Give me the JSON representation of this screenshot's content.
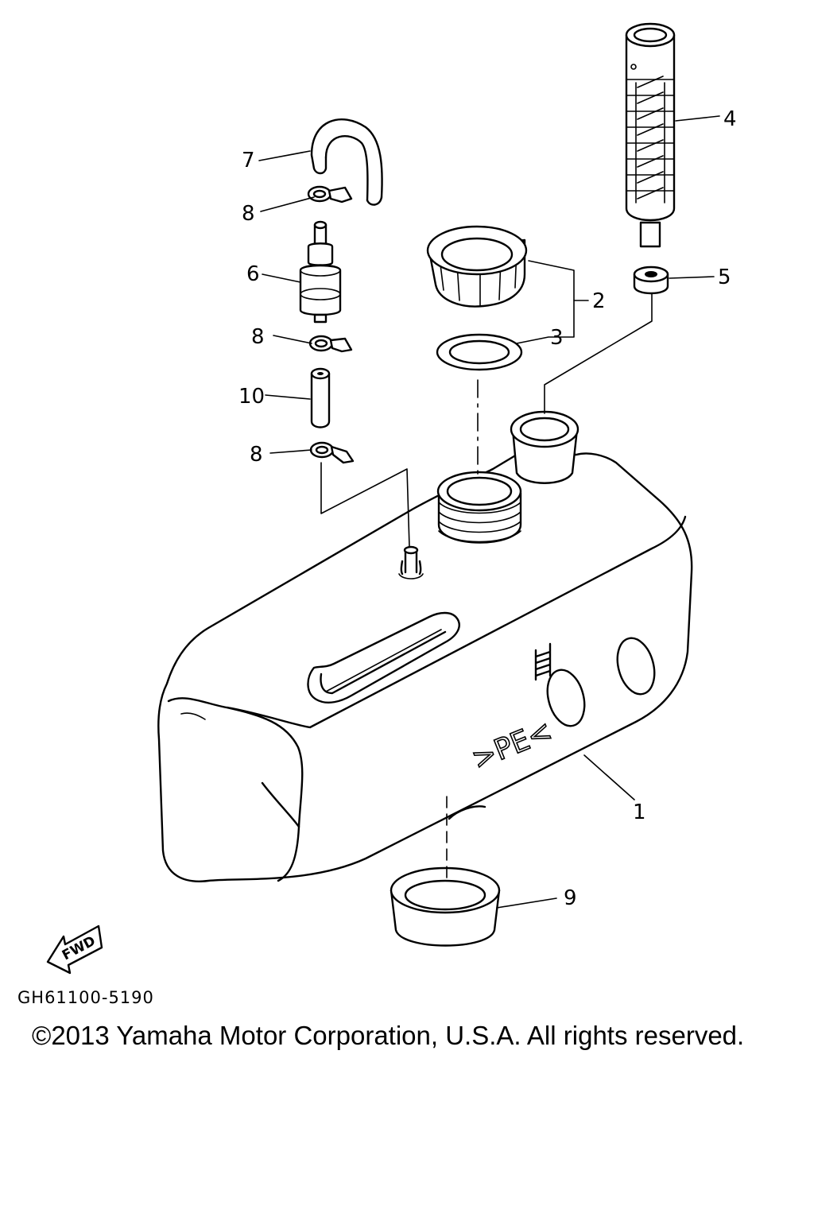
{
  "diagram": {
    "callouts": {
      "tank": "1",
      "cap": "2",
      "gasket": "3",
      "strainer": "4",
      "grommet_top": "5",
      "filter": "6",
      "hose_curved": "7",
      "clip": "8",
      "grommet_bottom": "9",
      "hose_short": "10"
    },
    "tank_marking": ">PE<",
    "fwd_label": "FWD",
    "part_code": "GH61100-5190",
    "copyright": "©2013 Yamaha Motor Corporation, U.S.A. All rights reserved."
  }
}
